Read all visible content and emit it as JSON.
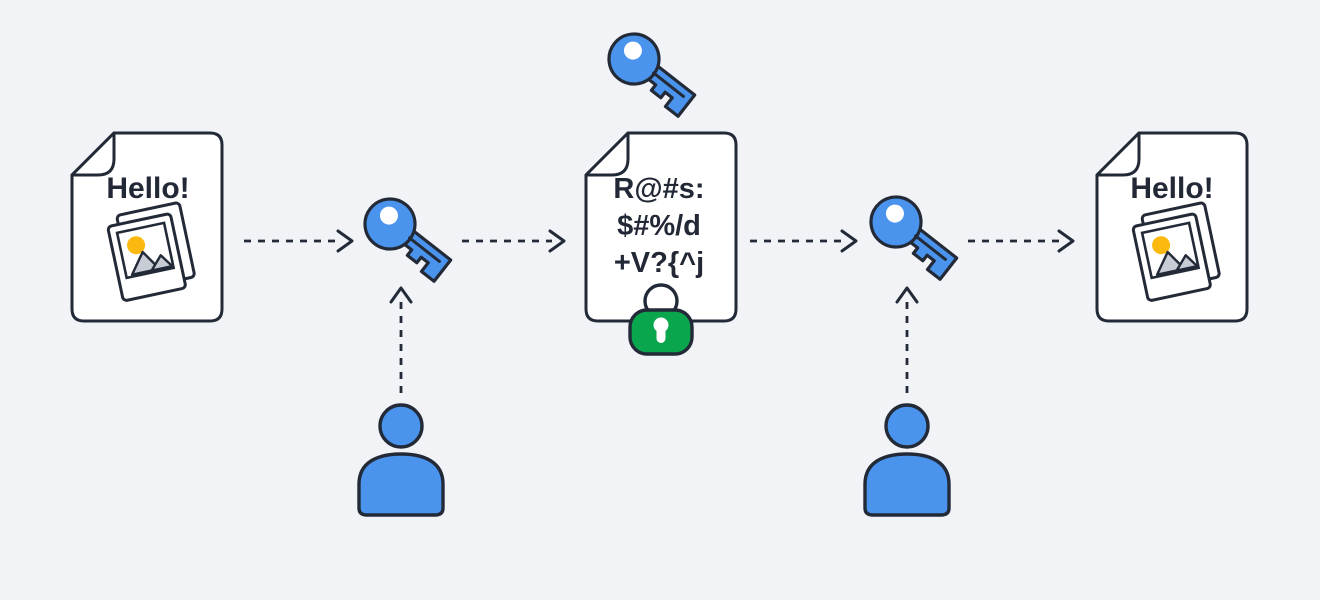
{
  "colors": {
    "background": "#f1f3f7",
    "surface_white": "#ffffff",
    "outline": "#232a37",
    "text_dark": "#222836",
    "accent_blue": "#4a94ee",
    "lock_green": "#0aa64e",
    "photo_yellow": "#fbb80f",
    "mountain_gray": "#c7ccd5"
  },
  "flow": {
    "left_document": {
      "title": "Hello!"
    },
    "center_document": {
      "line1": "R@#s:",
      "line2": "$#%/d",
      "line3": "+V?{^j"
    },
    "right_document": {
      "title": "Hello!"
    }
  },
  "icons": {
    "document": "document-icon",
    "photo_stack": "photo-stack-icon",
    "key": "key-icon",
    "padlock": "padlock-icon",
    "person": "person-icon",
    "dashed_arrow": "dashed-arrow-icon"
  }
}
